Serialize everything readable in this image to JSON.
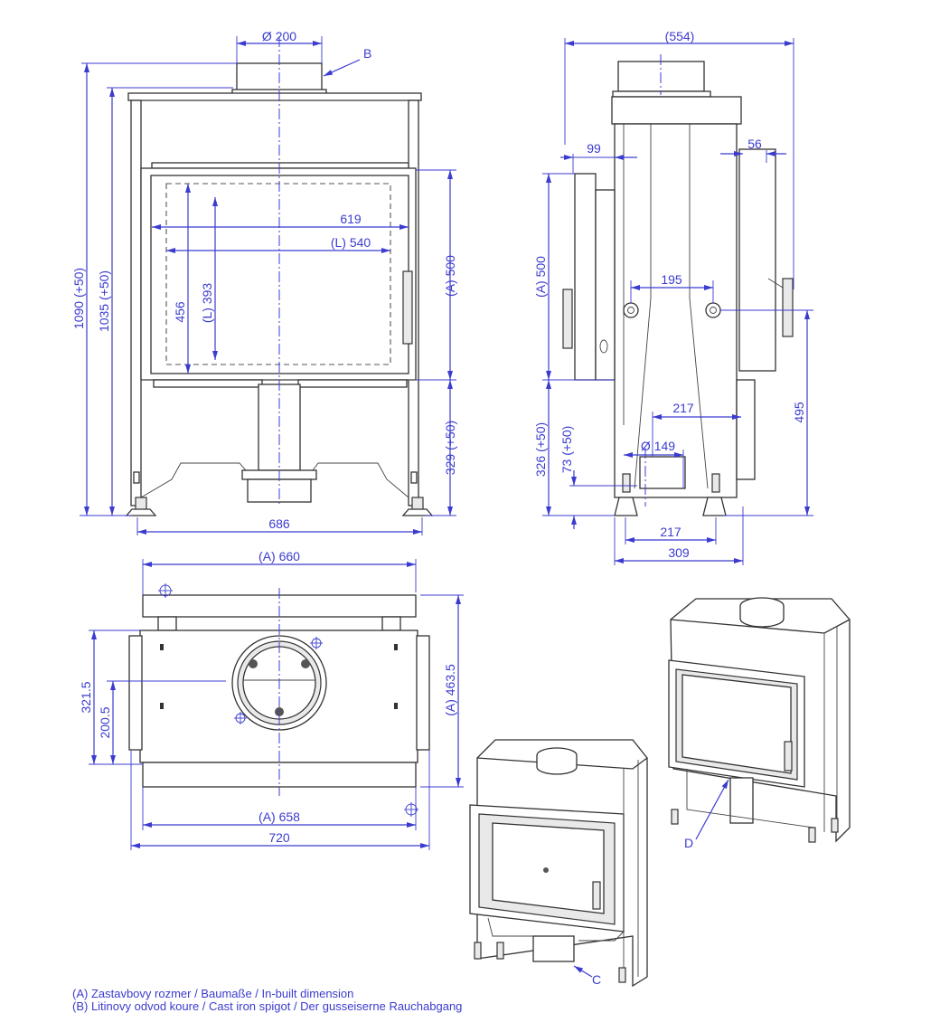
{
  "front_view": {
    "spigot_diameter": "Ø 200",
    "callout_b": "B",
    "height_total": "1090 (+50)",
    "height_body": "1035 (+50)",
    "door_height": "(A) 500",
    "base_height": "329 (+50)",
    "width": "686",
    "door_width": "619",
    "glass_width": "(L) 540",
    "door_inner_height": "456",
    "glass_height": "(L) 393"
  },
  "side_view": {
    "depth_total": "(554)",
    "front_offset": "99",
    "rear_offset": "56",
    "door_height": "(A) 500",
    "base_height": "326 (+50)",
    "inlet_height": "73 (+50)",
    "hole_spacing": "195",
    "hole_height": "495",
    "inlet_offset": "217",
    "inlet_diameter": "Ø 149",
    "feet_spacing": "217",
    "depth_body": "309"
  },
  "top_view": {
    "front_width": "(A) 660",
    "rear_width": "(A) 658",
    "total_width": "720",
    "depth_total": "(A) 463.5",
    "depth_a": "321.5",
    "depth_b": "200.5"
  },
  "iso_views": {
    "callout_c": "C",
    "callout_d": "D"
  },
  "legend": [
    "(A)  Zastavbovy rozmer / Baumaße / In-built dimension",
    "(B)  Litinovy odvod koure / Cast iron spigot / Der gusseiserne Rauchabgang"
  ],
  "colors": {
    "dimension": "#3b3bd0",
    "line": "#333333"
  }
}
